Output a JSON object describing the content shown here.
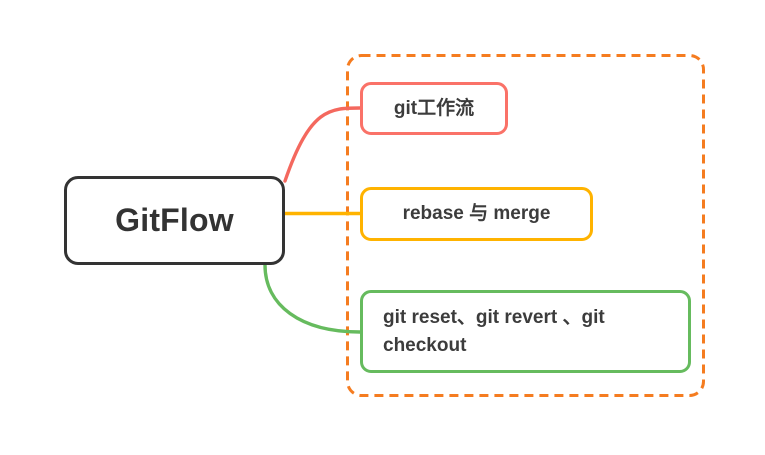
{
  "diagram": {
    "type": "mindmap",
    "background_color": "#ffffff",
    "root": {
      "label": "GitFlow",
      "border_color": "#333333",
      "text_color": "#333333"
    },
    "children": [
      {
        "label": "git工作流",
        "border_color": "#fa7268",
        "connector_color": "#f4685e",
        "connector_style": "curve"
      },
      {
        "label": "rebase 与 merge",
        "border_color": "#ffb300",
        "connector_color": "#ffb300",
        "connector_style": "straight"
      },
      {
        "label": "git reset、git revert 、git\ncheckout",
        "border_color": "#66bb5e",
        "connector_color": "#66bb5e",
        "connector_style": "curve"
      }
    ],
    "selection": {
      "name": "dashed-selection-box",
      "color": "#f57c20",
      "style": "dashed",
      "dash_pattern": "9 6",
      "stroke_width": 3,
      "corner_radius": 14
    }
  }
}
